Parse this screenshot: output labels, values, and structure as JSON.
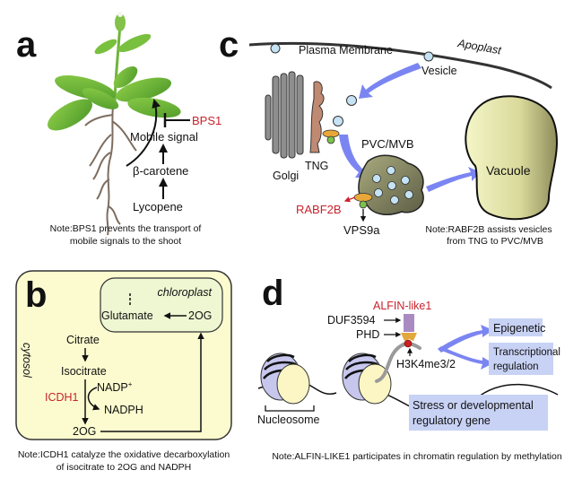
{
  "figure": {
    "panels": {
      "a": {
        "letter": "a",
        "inhibitor": "BPS1",
        "pathway": [
          "Mobile signal",
          "β-carotene",
          "Lycopene"
        ],
        "note_line1": "Note:BPS1 prevents the transport of",
        "note_line2": "mobile signals to the shoot"
      },
      "b": {
        "letter": "b",
        "compartment_inner": "chloroplast",
        "compartment_outer": "cytosol",
        "chloroplast_product": "Glutamate",
        "chloroplast_substrate": "2OG",
        "citrate": "Citrate",
        "isocitrate": "Isocitrate",
        "enzyme": "ICDH1",
        "cofactor_in": "NADP",
        "cofactor_in_sup": "+",
        "cofactor_out": "NADPH",
        "product": "2OG",
        "note_line1": "Note:ICDH1 catalyze the oxidative decarboxylation",
        "note_line2": "of isocitrate to 2OG and NADPH"
      },
      "c": {
        "letter": "c",
        "plasma_membrane": "Plasma Membrane",
        "apoplast": "Apoplast",
        "vesicle": "Vesicle",
        "golgi": "Golgi",
        "tng": "TNG",
        "pvc": "PVC/MVB",
        "vacuole": "Vacuole",
        "rab": "RABF2B",
        "gef": "VPS9a",
        "note_line1": "Note:RABF2B assists vesicles",
        "note_line2": "from TNG to PVC/MVB"
      },
      "d": {
        "letter": "d",
        "protein": "ALFIN-like1",
        "domain1": "DUF3594",
        "domain2": "PHD",
        "mark": "H3K4me3/2",
        "nucleosome": "Nucleosome",
        "outcome1": "Epigenetic",
        "outcome2_line1": "Transcriptional",
        "outcome2_line2": "regulation",
        "gene_line1": "Stress or developmental",
        "gene_line2": "regulatory gene",
        "note": "Note:ALFIN-LIKE1 participates in chromatin regulation by methylation"
      }
    },
    "colors": {
      "highlight_red": "#c8232c",
      "arrow_blue": "#7b85f2",
      "leaf_green": "#6db33f",
      "panel_b_bg": "#fbfbcf",
      "chloroplast_bg": "#eef7d2",
      "label_box_blue": "#c8d2f5"
    }
  }
}
